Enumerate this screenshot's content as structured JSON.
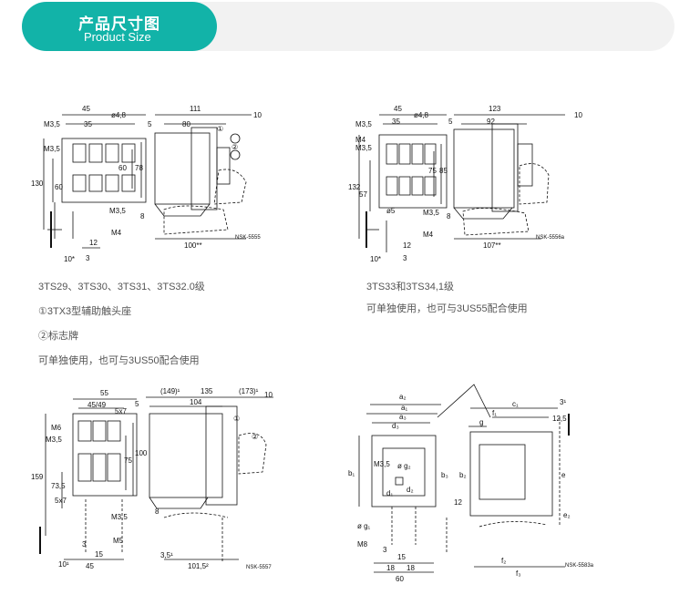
{
  "header": {
    "title_cn": "产品尺寸图",
    "title_en": "Product Size"
  },
  "colors": {
    "accent": "#12b3a8",
    "header_bg": "#f2f2f2"
  },
  "drawings": {
    "d1": {
      "top_dims": [
        "45",
        "35",
        "ø4,8",
        "111",
        "80",
        "5",
        "10"
      ],
      "left_labels": [
        "M3,5",
        "M3,5",
        "130",
        "60",
        "60",
        "78"
      ],
      "bottom_labels": [
        "M3,5",
        "M4",
        "8",
        "12",
        "3",
        "10*",
        "100**"
      ],
      "markers": [
        "①",
        "②"
      ],
      "code": "NSK-5555"
    },
    "d2": {
      "top_dims": [
        "45",
        "35",
        "ø4,8",
        "123",
        "92",
        "5",
        "10"
      ],
      "left_labels": [
        "M3,5",
        "M4",
        "M3,5",
        "132",
        "57",
        "75",
        "85"
      ],
      "bottom_labels": [
        "ø5",
        "M3,5",
        "M4",
        "8",
        "12",
        "3",
        "10*",
        "107**"
      ],
      "code": "NSK-5556a"
    },
    "d3": {
      "top_dims": [
        "55",
        "45/49",
        "5x7",
        "(149)¹",
        "135",
        "104",
        "(173)¹",
        "5",
        "10"
      ],
      "left_labels": [
        "M6",
        "M3,5",
        "75",
        "100",
        "159",
        "73,5",
        "5x7"
      ],
      "bottom_labels": [
        "M3,5",
        "M5",
        "8",
        "3",
        "15",
        "10¹",
        "45",
        "3,5¹",
        "101,5²"
      ],
      "markers": [
        "①",
        "②"
      ],
      "code": "NSK-5557"
    },
    "d4": {
      "top_dims": [
        "a₂",
        "a₁",
        "a₃",
        "d₃",
        "c₁",
        "f₁",
        "g",
        "3¹",
        "12,5"
      ],
      "body_labels": [
        "M3,5",
        "ø g₂",
        "d₂",
        "d₁",
        "b₁",
        "b₃",
        "b₂",
        "12",
        "e",
        "e₂"
      ],
      "bottom_labels": [
        "ø g₁",
        "M8",
        "3",
        "15",
        "18",
        "18",
        "60",
        "f₂",
        "f₃"
      ],
      "code": "NSK-5583a"
    }
  },
  "captions": {
    "d1_model": "3TS29、3TS30、3TS31、3TS32.0级",
    "d1_note1": "①3TX3型辅助触头座",
    "d1_note2": "②标志牌",
    "d1_note3": "可单独使用，也可与3US50配合使用",
    "d2_model": "3TS33和3TS34,1级",
    "d2_note": "可单独使用，也可与3US55配合使用"
  }
}
